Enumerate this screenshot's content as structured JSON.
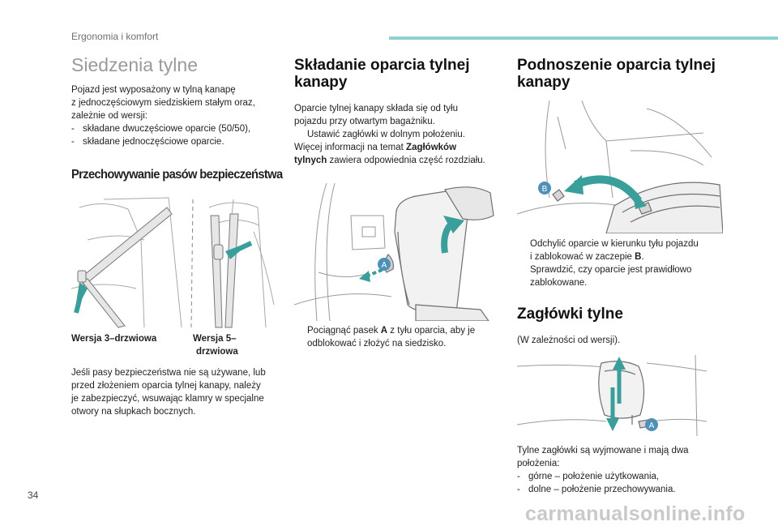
{
  "header": {
    "section": "Ergonomia i komfort",
    "accent_color": "#8fd1cf"
  },
  "page_number": "34",
  "watermark": "carmanualsonline.info",
  "col1": {
    "title": "Siedzenia tylne",
    "intro_lines": [
      "Pojazd jest wyposażony w tylną kanapę",
      "z jednoczęściowym siedziskiem stałym oraz,",
      "zależnie od wersji:"
    ],
    "list": [
      "składane dwuczęściowe oparcie (50/50),",
      "składane jednoczęściowe oparcie."
    ],
    "belt_title": "Przechowywanie pasów bezpieczeństwa",
    "caption_left": "Wersja 3–drzwiowa",
    "caption_right_1": "Wersja 5–",
    "caption_right_2": "drzwiowa",
    "belt_text": [
      "Jeśli pasy bezpieczeństwa nie są używane, lub",
      "przed złożeniem oparcia tylnej kanapy, należy",
      "je zabezpieczyć, wsuwając klamry w specjalne",
      "otwory na słupkach bocznych."
    ]
  },
  "col2": {
    "title_1": "Składanie oparcia tylnej",
    "title_2": "kanapy",
    "lines": [
      "Oparcie tylnej kanapy składa się od tyłu",
      "pojazdu przy otwartym bagażniku."
    ],
    "bullet_1": "Ustawić zagłówki w dolnym położeniu.",
    "more_1": "Więcej informacji na temat ",
    "more_bold_1": "Zagłówków",
    "more_bold_2": "tylnych",
    "more_2": " zawiera odpowiednia część rozdziału.",
    "figure_label": "A",
    "bullet_2_a": "Pociągnąć pasek ",
    "bullet_2_bold": "A",
    "bullet_2_b": " z tyłu oparcia, aby je",
    "bullet_2_c": "odblokować i złożyć na siedzisko."
  },
  "col3": {
    "title_1": "Podnoszenie oparcia tylnej",
    "title_2": "kanapy",
    "figure_label": "B",
    "bullet_1_a": "Odchylić oparcie w kierunku tyłu pojazdu",
    "bullet_1_b": "i zablokować w zaczepie ",
    "bullet_1_bold": "B",
    "bullet_1_end": ".",
    "bullet_2_a": "Sprawdzić, czy oparcie jest prawidłowo",
    "bullet_2_b": "zablokowane.",
    "headrest_title": "Zagłówki tylne",
    "headrest_note": "(W zależności od wersji).",
    "headrest_label": "A",
    "headrest_lines": [
      "Tylne zagłówki są wyjmowane i mają dwa",
      "położenia:"
    ],
    "headrest_list": [
      "górne – położenie użytkowania,",
      "dolne – położenie przechowywania."
    ]
  },
  "bullet_symbol": "",
  "list_dash": "-",
  "colors": {
    "arrow": "#3a9e9a",
    "label_circle": "#4f90b8",
    "line_art": "#9a9a9a"
  }
}
